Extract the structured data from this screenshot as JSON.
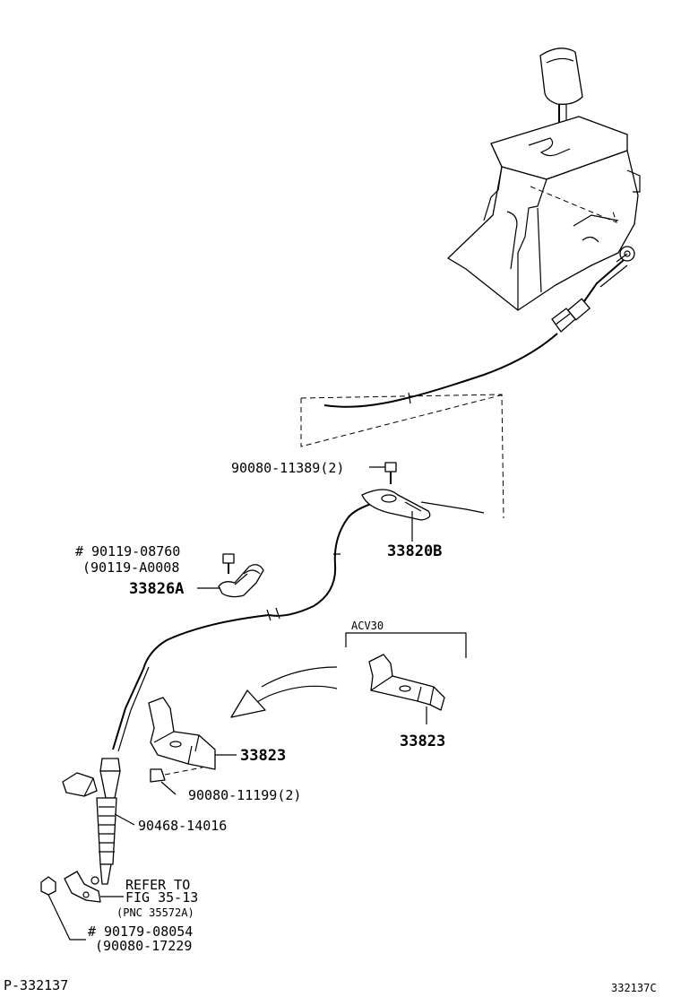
{
  "labels": {
    "bolt_top": "90080-11389(2)",
    "cable_assy": "33820B",
    "hash_1": "#",
    "bolt_clip": "90119-08760",
    "bolt_clip_alt": "(90119-A0008",
    "clip": "33826A",
    "variant": "ACV30",
    "bracket_right": "33823",
    "bracket_left": "33823",
    "bolt_bracket": "90080-11199(2)",
    "grommet": "90468-14016",
    "refer_1": "REFER TO",
    "refer_2": "FIG 35-13",
    "refer_3": "(PNC 35572A)",
    "hash_2": "#",
    "nut": "90179-08054",
    "nut_alt": "(90080-17229",
    "page_code": "P-332137",
    "figure_code": "332137C"
  }
}
